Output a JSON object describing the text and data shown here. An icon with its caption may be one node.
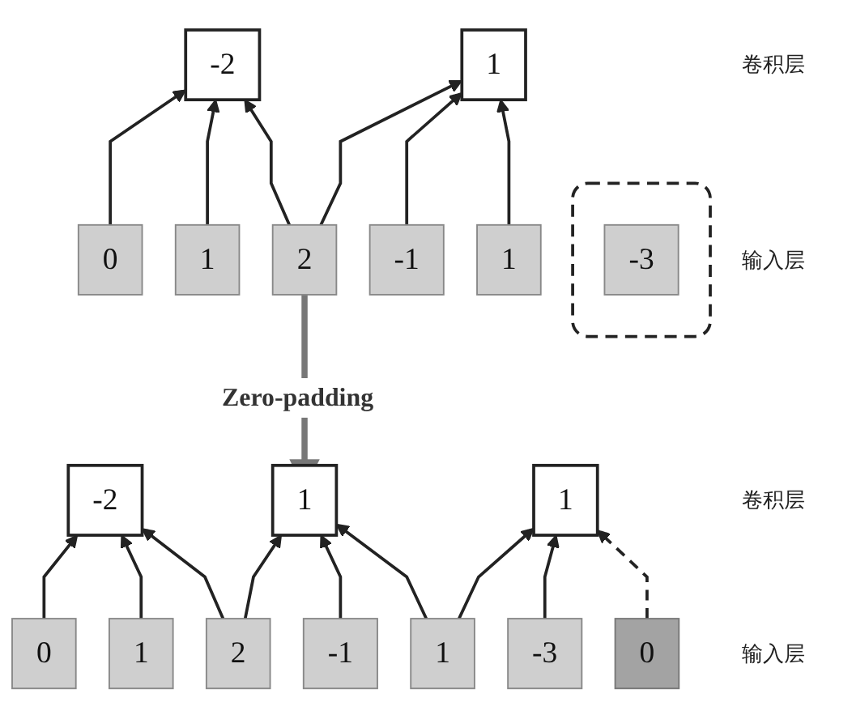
{
  "diagram": {
    "nodes": [
      {
        "text": [
          "-2"
        ]
      },
      {
        "text": [
          "1"
        ]
      },
      {
        "text": [
          "0"
        ]
      },
      {
        "text": [
          "1"
        ]
      },
      {
        "text": [
          "2"
        ]
      },
      {
        "text": [
          "-1"
        ]
      },
      {
        "text": [
          "1"
        ]
      },
      {
        "text": [],
        "shape": "box"
      },
      {
        "text": [
          "-3"
        ],
        "in": 7
      },
      {
        "text": [
          "-2"
        ]
      },
      {
        "text": [
          "1"
        ]
      },
      {
        "text": [
          "1"
        ]
      },
      {
        "text": [
          "0"
        ]
      },
      {
        "text": [
          "1"
        ]
      },
      {
        "text": [
          "2"
        ]
      },
      {
        "text": [
          "-1"
        ]
      },
      {
        "text": [
          "1"
        ]
      },
      {
        "text": [
          "-3"
        ]
      },
      {
        "text": [
          "0"
        ]
      }
    ],
    "edges": [
      {
        "from": 2,
        "to": 0,
        "arrow": "to"
      },
      {
        "from": 3,
        "to": 0,
        "arrow": "to"
      },
      {
        "from": 4,
        "to": 0,
        "arrow": "to"
      },
      {
        "from": 4,
        "to": 1,
        "arrow": "to"
      },
      {
        "from": 5,
        "to": 1,
        "arrow": "to"
      },
      {
        "from": 6,
        "to": 1,
        "arrow": "to"
      },
      {
        "from": 4,
        "to": 10,
        "arrow": "to",
        "label": "Zero-padding",
        "style": "thick",
        "color": "#777777"
      },
      {
        "from": 12,
        "to": 9,
        "arrow": "to"
      },
      {
        "from": 13,
        "to": 9,
        "arrow": "to"
      },
      {
        "from": 14,
        "to": 9,
        "arrow": "to"
      },
      {
        "from": 14,
        "to": 10,
        "arrow": "to"
      },
      {
        "from": 15,
        "to": 10,
        "arrow": "to"
      },
      {
        "from": 16,
        "to": 10,
        "arrow": "to"
      },
      {
        "from": 16,
        "to": 11,
        "arrow": "to"
      },
      {
        "from": 17,
        "to": 11,
        "arrow": "to"
      },
      {
        "from": 18,
        "to": 11,
        "arrow": "to",
        "style": "dashed"
      }
    ],
    "labels": [
      "卷积层",
      "输入层",
      "卷积层",
      "输入层"
    ]
  }
}
